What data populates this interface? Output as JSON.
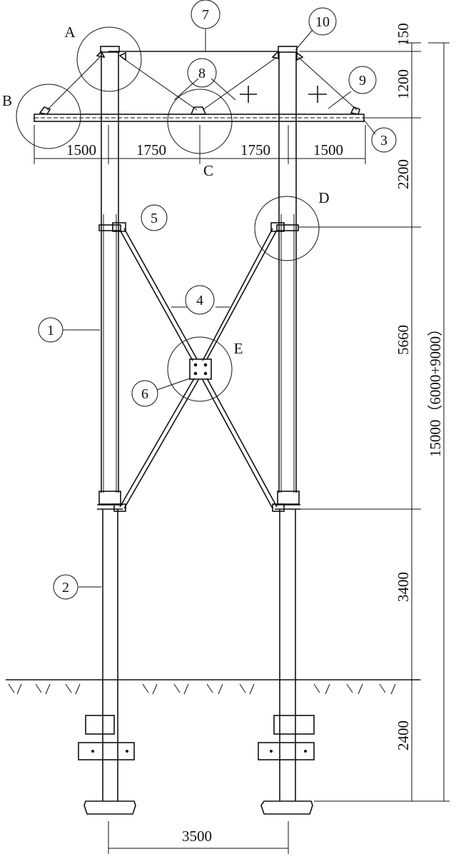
{
  "part_numbers": [
    "1",
    "2",
    "3",
    "4",
    "5",
    "6",
    "7",
    "8",
    "9",
    "10"
  ],
  "detail_labels": [
    "A",
    "B",
    "C",
    "D",
    "E"
  ],
  "dimensions": {
    "horizontal_top": [
      "1500",
      "1750",
      "1750",
      "1500"
    ],
    "pole_spacing": "3500",
    "vertical_right": [
      "150",
      "1200",
      "2200",
      "5660",
      "3400",
      "2400"
    ],
    "overall_height": "15000（6000+9000）"
  }
}
